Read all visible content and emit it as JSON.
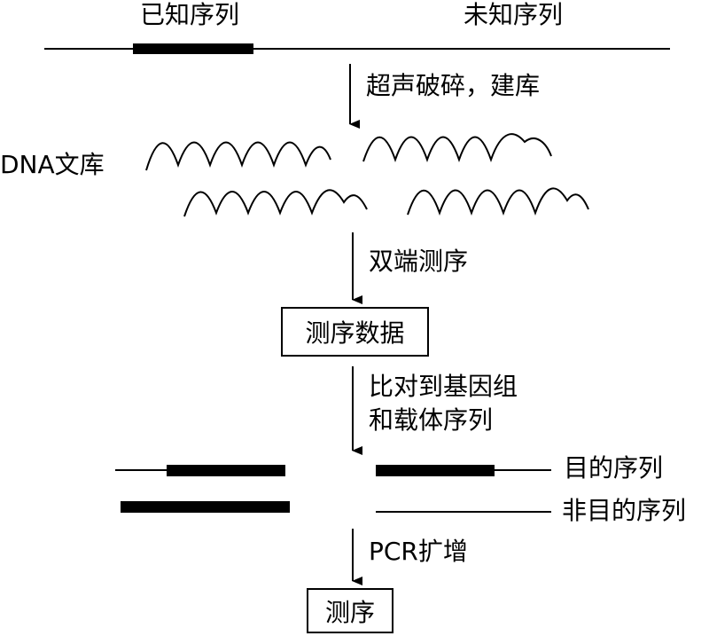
{
  "top": {
    "known_seq": "已知序列",
    "unknown_seq": "未知序列"
  },
  "steps": {
    "step1": "超声破碎，建库",
    "step2": "双端测序",
    "step3_line1": "比对到基因组",
    "step3_line2": "和载体序列",
    "step4": "PCR扩增"
  },
  "library_label": "DNA文库",
  "boxes": {
    "data_box": "测序数据",
    "seq_box": "测序"
  },
  "result": {
    "target": "目的序列",
    "non_target": "非目的序列"
  }
}
